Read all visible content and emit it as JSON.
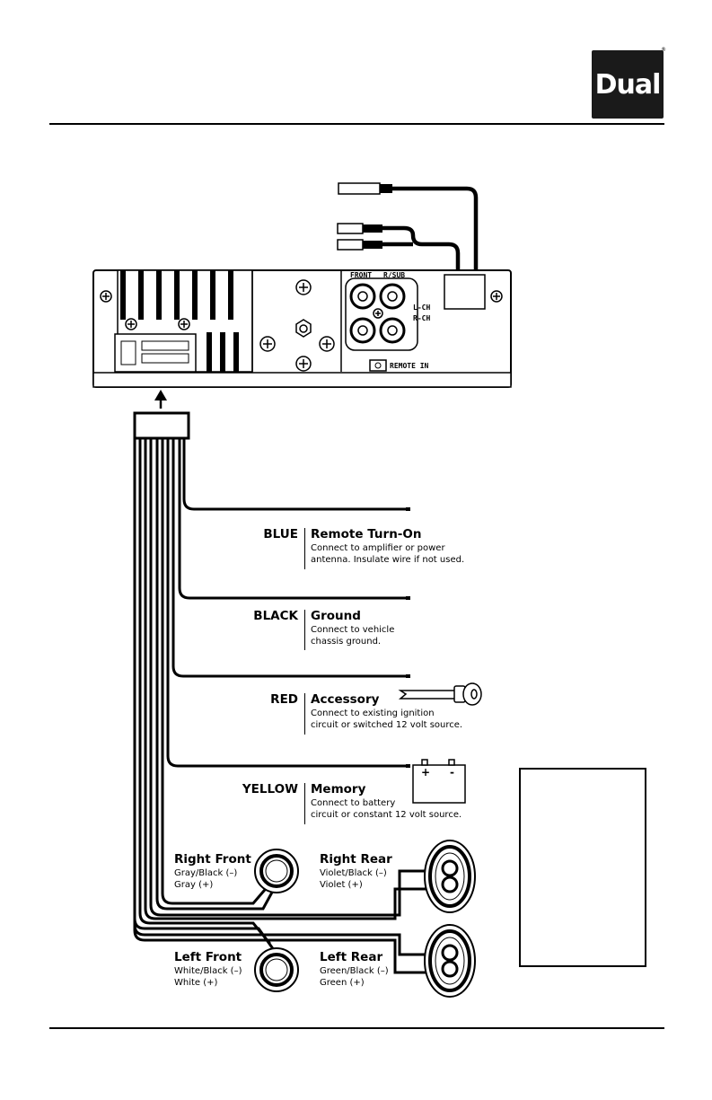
{
  "brand": {
    "logo_text": "Dual",
    "registered_mark": "®"
  },
  "head_unit": {
    "front_label": "FRONT",
    "rsub_label": "R/SUB",
    "lch_label": "L-CH",
    "rch_label": "R-CH",
    "remote_in_label": "REMOTE IN"
  },
  "wires": [
    {
      "color": "BLUE",
      "title": "Remote Turn-On",
      "desc1": "Connect to amplifier or power",
      "desc2": "antenna. Insulate wire if not used."
    },
    {
      "color": "BLACK",
      "title": "Ground",
      "desc1": "Connect to vehicle",
      "desc2": "chassis ground."
    },
    {
      "color": "RED",
      "title": "Accessory",
      "desc1": "Connect to existing ignition",
      "desc2": "circuit or switched 12 volt source."
    },
    {
      "color": "YELLOW",
      "title": "Memory",
      "desc1": "Connect to battery",
      "desc2": "circuit or constant 12 volt source."
    }
  ],
  "battery": {
    "plus": "+",
    "minus": "-"
  },
  "speakers": {
    "right_front": {
      "title": "Right Front",
      "neg": "Gray/Black (–)",
      "pos": "Gray (+)"
    },
    "right_rear": {
      "title": "Right Rear",
      "neg": "Violet/Black (–)",
      "pos": "Violet (+)"
    },
    "left_front": {
      "title": "Left Front",
      "neg": "White/Black (–)",
      "pos": "White (+)"
    },
    "left_rear": {
      "title": "Left Rear",
      "neg": "Green/Black (–)",
      "pos": "Green (+)"
    }
  }
}
